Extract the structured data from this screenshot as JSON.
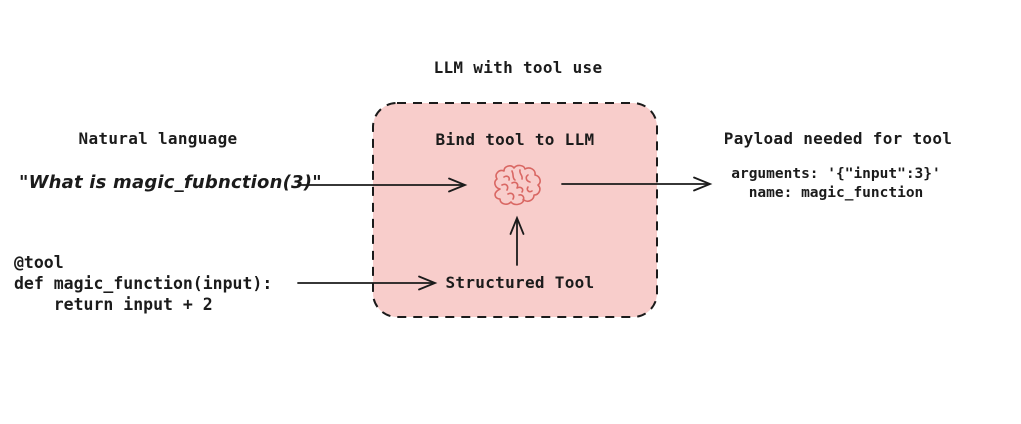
{
  "diagram": {
    "title": "LLM with tool use",
    "natural_language": {
      "heading": "Natural language",
      "quote": "\"What is magic_fubnction(3)\""
    },
    "tool_code": {
      "line1": "@tool",
      "line2": "def magic_function(input):",
      "line3": "    return input + 2"
    },
    "bind_box": {
      "heading": "Bind tool to LLM",
      "brain_icon": "brain-doodle",
      "structured_tool": "Structured Tool"
    },
    "payload": {
      "heading": "Payload needed for tool",
      "line1": "arguments: '{\"input\":3}'",
      "line2": "name: magic_function"
    },
    "colors": {
      "box_fill": "#f8cdcb",
      "box_border": "#1b1b1b",
      "brain_stroke": "#d96763",
      "text": "#1b1b1b",
      "arrow": "#1b1b1b",
      "background": "#ffffff"
    }
  }
}
